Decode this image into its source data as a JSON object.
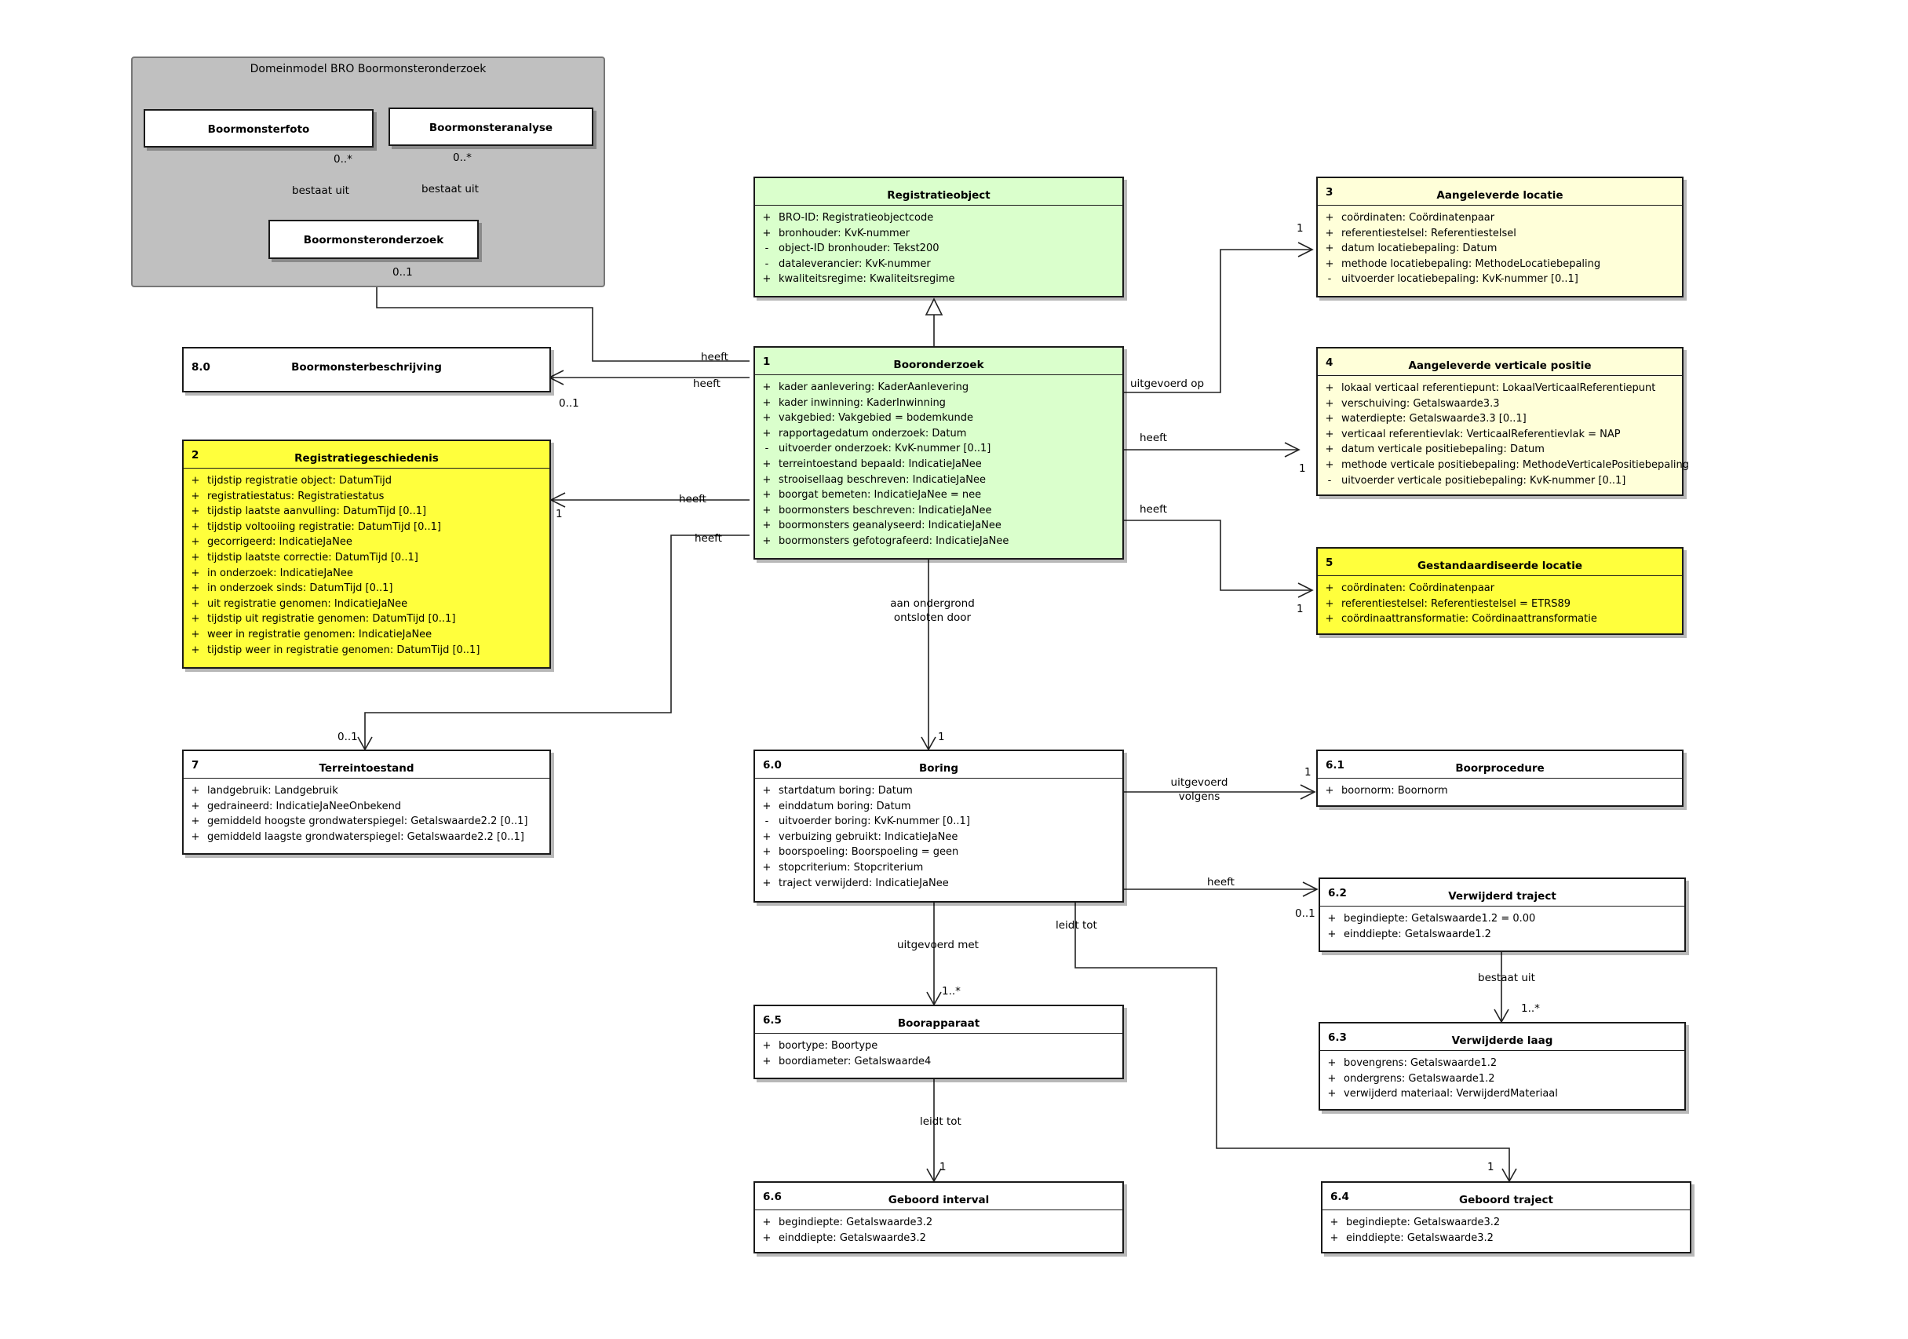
{
  "package": {
    "title": "Domeinmodel BRO Boormonsteronderzoek"
  },
  "package_classes": {
    "foto": "Boormonsterfoto",
    "analyse": "Boormonsteranalyse",
    "onderzoek": "Boormonsteronderzoek"
  },
  "classes": {
    "registratieobject": {
      "number": "",
      "name": "Registratieobject",
      "attributes": [
        {
          "v": "+",
          "t": "BRO-ID: Registratieobjectcode"
        },
        {
          "v": "+",
          "t": "bronhouder: KvK-nummer"
        },
        {
          "v": "-",
          "t": "object-ID bronhouder: Tekst200"
        },
        {
          "v": "-",
          "t": "dataleverancier: KvK-nummer"
        },
        {
          "v": "+",
          "t": "kwaliteitsregime: Kwaliteitsregime"
        }
      ]
    },
    "booronderzoek": {
      "number": "1",
      "name": "Booronderzoek",
      "attributes": [
        {
          "v": "+",
          "t": "kader aanlevering: KaderAanlevering"
        },
        {
          "v": "+",
          "t": "kader inwinning: KaderInwinning"
        },
        {
          "v": "+",
          "t": "vakgebied: Vakgebied = bodemkunde"
        },
        {
          "v": "+",
          "t": "rapportagedatum onderzoek: Datum"
        },
        {
          "v": "-",
          "t": "uitvoerder onderzoek: KvK-nummer [0..1]"
        },
        {
          "v": "+",
          "t": "terreintoestand bepaald: IndicatieJaNee"
        },
        {
          "v": "+",
          "t": "strooisellaag beschreven: IndicatieJaNee"
        },
        {
          "v": "+",
          "t": "boorgat bemeten: IndicatieJaNee = nee"
        },
        {
          "v": "+",
          "t": "boormonsters beschreven: IndicatieJaNee"
        },
        {
          "v": "+",
          "t": "boormonsters geanalyseerd: IndicatieJaNee"
        },
        {
          "v": "+",
          "t": "boormonsters gefotografeerd: IndicatieJaNee"
        }
      ]
    },
    "boormonsterbeschrijving": {
      "number": "8.0",
      "name": "Boormonsterbeschrijving"
    },
    "registratiegeschiedenis": {
      "number": "2",
      "name": "Registratiegeschiedenis",
      "attributes": [
        {
          "v": "+",
          "t": "tijdstip registratie object: DatumTijd"
        },
        {
          "v": "+",
          "t": "registratiestatus: Registratiestatus"
        },
        {
          "v": "+",
          "t": "tijdstip laatste aanvulling: DatumTijd [0..1]"
        },
        {
          "v": "+",
          "t": "tijdstip voltooiing registratie: DatumTijd [0..1]"
        },
        {
          "v": "+",
          "t": "gecorrigeerd: IndicatieJaNee"
        },
        {
          "v": "+",
          "t": "tijdstip laatste correctie: DatumTijd [0..1]"
        },
        {
          "v": "+",
          "t": "in onderzoek: IndicatieJaNee"
        },
        {
          "v": "+",
          "t": "in onderzoek sinds: DatumTijd [0..1]"
        },
        {
          "v": "+",
          "t": "uit registratie genomen: IndicatieJaNee"
        },
        {
          "v": "+",
          "t": "tijdstip uit registratie genomen: DatumTijd [0..1]"
        },
        {
          "v": "+",
          "t": "weer in registratie genomen: IndicatieJaNee"
        },
        {
          "v": "+",
          "t": "tijdstip weer in registratie genomen: DatumTijd [0..1]"
        }
      ]
    },
    "aangeleverde_locatie": {
      "number": "3",
      "name": "Aangeleverde locatie",
      "attributes": [
        {
          "v": "+",
          "t": "coördinaten: Coördinatenpaar"
        },
        {
          "v": "+",
          "t": "referentiestelsel: Referentiestelsel"
        },
        {
          "v": "+",
          "t": "datum locatiebepaling: Datum"
        },
        {
          "v": "+",
          "t": "methode locatiebepaling: MethodeLocatiebepaling"
        },
        {
          "v": "-",
          "t": "uitvoerder locatiebepaling: KvK-nummer [0..1]"
        }
      ]
    },
    "aangeleverde_verticale_positie": {
      "number": "4",
      "name": "Aangeleverde verticale positie",
      "attributes": [
        {
          "v": "+",
          "t": "lokaal verticaal referentiepunt: LokaalVerticaalReferentiepunt"
        },
        {
          "v": "+",
          "t": "verschuiving: Getalswaarde3.3"
        },
        {
          "v": "+",
          "t": "waterdiepte: Getalswaarde3.3 [0..1]"
        },
        {
          "v": "+",
          "t": "verticaal referentievlak: VerticaalReferentievlak = NAP"
        },
        {
          "v": "+",
          "t": "datum verticale positiebepaling: Datum"
        },
        {
          "v": "+",
          "t": "methode verticale positiebepaling: MethodeVerticalePositiebepaling"
        },
        {
          "v": "-",
          "t": "uitvoerder verticale positiebepaling: KvK-nummer [0..1]"
        }
      ]
    },
    "gestandaardiseerde_locatie": {
      "number": "5",
      "name": "Gestandaardiseerde locatie",
      "attributes": [
        {
          "v": "+",
          "t": "coördinaten: Coördinatenpaar"
        },
        {
          "v": "+",
          "t": "referentiestelsel: Referentiestelsel = ETRS89"
        },
        {
          "v": "+",
          "t": "coördinaattransformatie: Coördinaattransformatie"
        }
      ]
    },
    "terreintoestand": {
      "number": "7",
      "name": "Terreintoestand",
      "attributes": [
        {
          "v": "+",
          "t": "landgebruik: Landgebruik"
        },
        {
          "v": "+",
          "t": "gedraineerd: IndicatieJaNeeOnbekend"
        },
        {
          "v": "+",
          "t": "gemiddeld hoogste grondwaterspiegel: Getalswaarde2.2 [0..1]"
        },
        {
          "v": "+",
          "t": "gemiddeld laagste grondwaterspiegel: Getalswaarde2.2 [0..1]"
        }
      ]
    },
    "boring": {
      "number": "6.0",
      "name": "Boring",
      "attributes": [
        {
          "v": "+",
          "t": "startdatum boring: Datum"
        },
        {
          "v": "+",
          "t": "einddatum boring: Datum"
        },
        {
          "v": "-",
          "t": "uitvoerder boring: KvK-nummer [0..1]"
        },
        {
          "v": "+",
          "t": "verbuizing gebruikt: IndicatieJaNee"
        },
        {
          "v": "+",
          "t": "boorspoeling: Boorspoeling = geen"
        },
        {
          "v": "+",
          "t": "stopcriterium: Stopcriterium"
        },
        {
          "v": "+",
          "t": "traject verwijderd: IndicatieJaNee"
        }
      ]
    },
    "boorprocedure": {
      "number": "6.1",
      "name": "Boorprocedure",
      "attributes": [
        {
          "v": "+",
          "t": "boornorm: Boornorm"
        }
      ]
    },
    "verwijderd_traject": {
      "number": "6.2",
      "name": "Verwijderd traject",
      "attributes": [
        {
          "v": "+",
          "t": "begindiepte: Getalswaarde1.2 = 0.00"
        },
        {
          "v": "+",
          "t": "einddiepte: Getalswaarde1.2"
        }
      ]
    },
    "verwijderde_laag": {
      "number": "6.3",
      "name": "Verwijderde laag",
      "attributes": [
        {
          "v": "+",
          "t": "bovengrens: Getalswaarde1.2"
        },
        {
          "v": "+",
          "t": "ondergrens: Getalswaarde1.2"
        },
        {
          "v": "+",
          "t": "verwijderd materiaal: VerwijderdMateriaal"
        }
      ]
    },
    "boorapparaat": {
      "number": "6.5",
      "name": "Boorapparaat",
      "attributes": [
        {
          "v": "+",
          "t": "boortype: Boortype"
        },
        {
          "v": "+",
          "t": "boordiameter: Getalswaarde4"
        }
      ]
    },
    "geboord_interval": {
      "number": "6.6",
      "name": "Geboord interval",
      "attributes": [
        {
          "v": "+",
          "t": "begindiepte: Getalswaarde3.2"
        },
        {
          "v": "+",
          "t": "einddiepte: Getalswaarde3.2"
        }
      ]
    },
    "geboord_traject": {
      "number": "6.4",
      "name": "Geboord traject",
      "attributes": [
        {
          "v": "+",
          "t": "begindiepte: Getalswaarde3.2"
        },
        {
          "v": "+",
          "t": "einddiepte: Getalswaarde3.2"
        }
      ]
    }
  },
  "labels": {
    "zero_many_1": "0..*",
    "zero_many_2": "0..*",
    "bestaat_uit_1": "bestaat uit",
    "bestaat_uit_2": "bestaat uit",
    "zero_one_pkg": "0..1",
    "heeft_pkg": "heeft",
    "heeft_bmb": "heeft",
    "zero_one_bmb": "0..1",
    "heeft_rg": "heeft",
    "one_rg": "1",
    "heeft_tt": "heeft",
    "zero_one_tt": "0..1",
    "uitgevoerd_op": "uitgevoerd op",
    "one_loc": "1",
    "heeft_vp": "heeft",
    "one_vp": "1",
    "heeft_gl": "heeft",
    "one_gl": "1",
    "aan_ondergrond_1": "aan ondergrond",
    "aan_ondergrond_2": "ontsloten door",
    "one_boring": "1",
    "uitgevoerd_volgens_1": "uitgevoerd",
    "uitgevoerd_volgens_2": "volgens",
    "one_bp": "1",
    "heeft_vt": "heeft",
    "zero_one_vt": "0..1",
    "bestaat_uit_vl": "bestaat uit",
    "one_many_vl": "1..*",
    "uitgevoerd_met": "uitgevoerd met",
    "one_many_ba": "1..*",
    "leidt_tot_gi": "leidt tot",
    "one_gi": "1",
    "leidt_tot_gt": "leidt tot",
    "one_gt": "1"
  }
}
